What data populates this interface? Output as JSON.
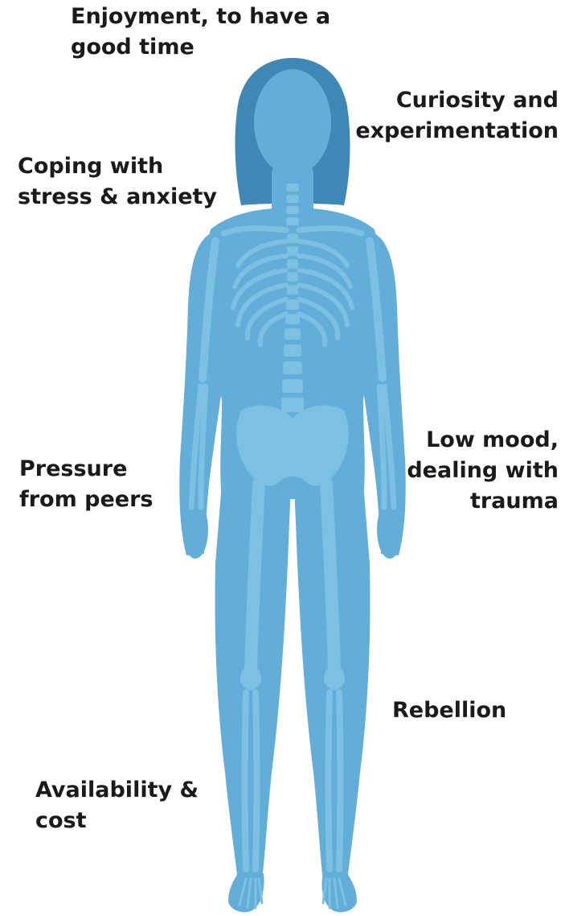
{
  "colors": {
    "silhouette_dark": "#3f88b5",
    "body_light": "#63aed8",
    "bone": "#7cc0e3",
    "label_text": "#1a1a1a"
  },
  "labels": {
    "enjoyment": [
      "Enjoyment, to have a",
      "good time"
    ],
    "curiosity": [
      "Curiosity and",
      "experimentation"
    ],
    "coping": [
      "Coping with",
      "stress & anxiety"
    ],
    "low_mood": [
      "Low mood,",
      "dealing with",
      "trauma"
    ],
    "pressure": [
      "Pressure",
      "from peers"
    ],
    "rebellion": [
      "Rebellion"
    ],
    "availability": [
      "Availability &",
      "cost"
    ]
  }
}
